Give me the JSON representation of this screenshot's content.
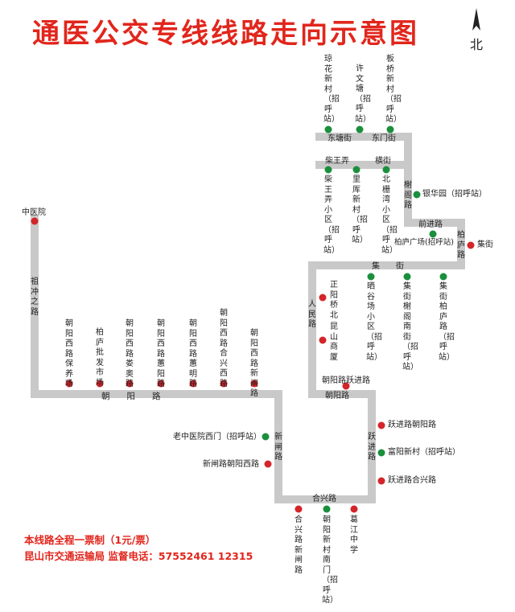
{
  "title": "通医公交专线线路走向示意图",
  "north_label": "北",
  "colors": {
    "route": "#c9c9c9",
    "stop_red": "#d4252a",
    "stop_green": "#1a8f3c",
    "title": "#e1261c"
  },
  "stops": {
    "qionghua": "琼花新村（招呼站）",
    "xuwentang": "许文塘（招呼站）",
    "banqiao": "板桥新村（招呼站）",
    "chaiwangnong_xiaoqu": "柴王弄小区（招呼站）",
    "liku": "里厍新村（招呼站）",
    "beishanwan": "北栅湾小区（招呼站）",
    "yinhuayuan": "银华园（招呼站）",
    "bailu_guangchang": "柏庐广场(招呼站)",
    "jijie": "集街",
    "zhongyiyuan": "中医院",
    "zhengyangqiaobei": "正阳桥北",
    "kunshan_shangsha": "昆山商厦",
    "shaichang": "晒谷场小区（招呼站）",
    "jijie_xiege": "集街榭阁南街（招呼站）",
    "jijie_bailu": "集街柏庐路（招呼站）",
    "baoyangchang": "朝阳西路保养场",
    "bailu_pifa": "柏庐批发市场",
    "jiangao": "朝阳西路娄奥路",
    "huiyang": "朝阳西路蕙阳路",
    "huiming": "朝阳西路蕙明路",
    "hexing_xilu": "朝阳西路合兴西路",
    "xinzha": "朝阳西路新闸路",
    "chaoyang_yuejin": "朝阳路跃进路",
    "laozhongyiyuan": "老中医院西门（招呼站）",
    "xinzha_chaoyang": "新闸路朝阳西路",
    "yuejin_chaoyang": "跃进路朝阳路",
    "fuyang": "富阳新村（招呼站）",
    "yuejin_hexing": "跃进路合兴路",
    "hexing_xinzha": "合兴路新闸路",
    "chaoyang_nanmen": "朝阳新村南门（招呼站）",
    "gejiang": "葛江中学"
  },
  "roads": {
    "dongtangjie": "东塘街",
    "dongmenjie": "东门街",
    "chaiwangnong": "柴王弄",
    "hengjie": "横街",
    "xiegelu": "榭阁路",
    "qianjinlu": "前进路",
    "bailulu": "柏庐路",
    "jijie_road": "集　　街",
    "zuchongzhilu": "祖冲之路",
    "renminlu": "人民路",
    "chaoyanglu_west": "朝　　阳　　路",
    "chaoyanglu_east": "朝阳路",
    "xinzhalu": "新闸路",
    "yuejinlu": "跃进路",
    "hexinglu": "合兴路"
  },
  "footer": {
    "line1": "本线路全程一票制（1元/票）",
    "line2": "昆山市交通运输局  监督电话：57552461  12315"
  }
}
